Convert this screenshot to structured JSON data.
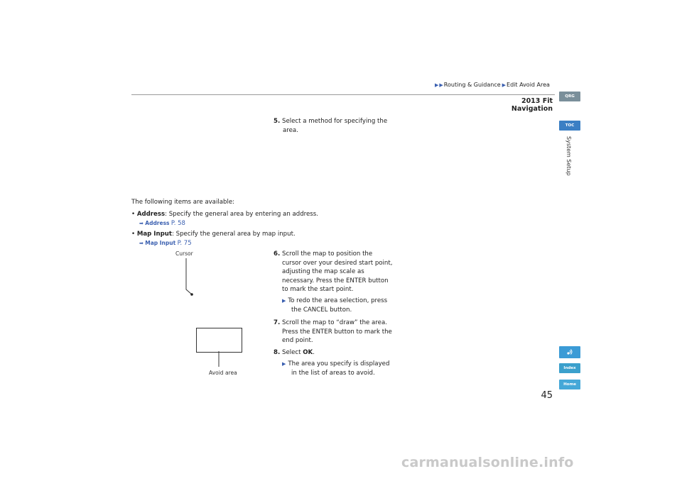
{
  "header": {
    "breadcrumb": [
      "Routing & Guidance",
      "Edit Avoid Area"
    ],
    "doc_title": "2013 Fit Navigation"
  },
  "side_nav": {
    "qrg_label": "QRG",
    "toc_label": "TOC",
    "section_label": "System Setup",
    "index_label": "Index",
    "home_label": "Home",
    "accent_colors": {
      "qrg": "#7a8f9a",
      "toc": "#3b7fc4",
      "voice": "#3b9bd6",
      "index": "#3ba0cc",
      "home": "#45a8d8"
    },
    "voice_icon": "voice-command-icon"
  },
  "content": {
    "step5": {
      "num": "5.",
      "text_line1": "Select a method for specifying the",
      "text_line2": "area."
    },
    "intro": "The following items are available:",
    "bullet_marker": "•",
    "bullets": [
      {
        "label": "Address",
        "text": ": Specify the general area by entering an address.",
        "ref_label": "Address",
        "ref_page": "P. 58"
      },
      {
        "label": "Map Input",
        "text": ": Specify the general area by map input.",
        "ref_label": "Map Input",
        "ref_page": "P. 75"
      }
    ],
    "step6": {
      "num": "6.",
      "lines": [
        "Scroll the map to position the",
        "cursor over your desired start point,",
        "adjusting the map scale as",
        "necessary. Press the ENTER button",
        "to mark the start point."
      ],
      "sub_lines": [
        "To redo the area selection, press",
        "the CANCEL button."
      ]
    },
    "step7": {
      "num": "7.",
      "lines": [
        "Scroll the map to “draw” the area.",
        "Press the ENTER button to mark the",
        "end point."
      ]
    },
    "step8": {
      "num": "8.",
      "prefix": "Select ",
      "bold": "OK",
      "suffix": ".",
      "sub_lines": [
        "The area you specify is displayed",
        "in the list of areas to avoid."
      ]
    }
  },
  "figure": {
    "cursor_label": "Cursor",
    "avoid_label": "Avoid area"
  },
  "footer": {
    "page_number": "45",
    "watermark": "carmanualsonline.info"
  }
}
